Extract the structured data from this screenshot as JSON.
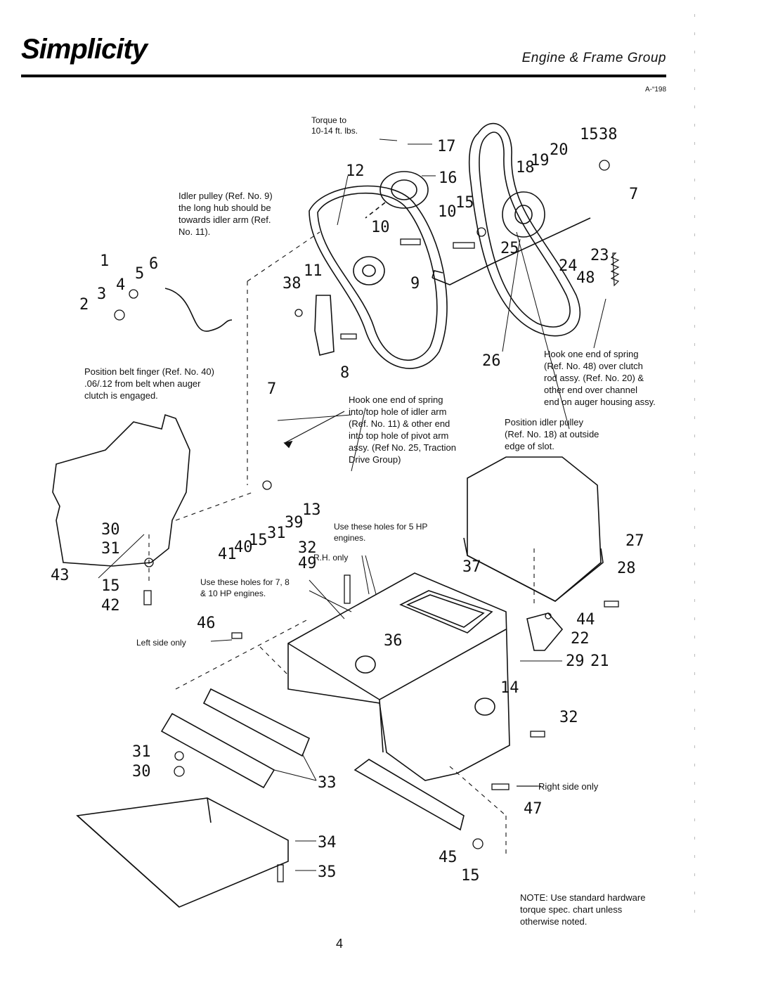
{
  "header": {
    "brand": "Simplicity",
    "group_title": "Engine & Frame Group",
    "doc_code": "A-“198"
  },
  "notes": {
    "torque": "Torque to\n10-14 ft. lbs.",
    "idler_pulley": "Idler pulley (Ref. No. 9)\nthe long hub should be\ntowards idler arm (Ref.\nNo. 11).",
    "belt_finger": "Position belt finger (Ref. No. 40)\n.06/.12 from belt when auger\nclutch is engaged.",
    "hook_spring_idler": "Hook one end of spring\ninto top hole of idler arm\n(Ref. No. 11) & other end\ninto top hole of pivot arm\nassy. (Ref No. 25, Traction\nDrive Group)",
    "hook_spring_clutch": "Hook one end of spring\n(Ref. No. 48) over clutch\nrod assy. (Ref. No. 20) &\nother end over channel\nend on auger housing assy.",
    "position_idler": "Position idler pulley\n(Ref. No. 18) at outside\nedge of slot.",
    "holes_5hp": "Use these holes for 5 HP\nengines.",
    "rh_only": "R.H. only",
    "holes_7_8_10": "Use these holes for 7, 8\n& 10 HP engines.",
    "left_side_only": "Left side only",
    "right_side_only": "Right side only",
    "standard_note": "NOTE: Use standard hardware\ntorque spec. chart unless\notherwise noted."
  },
  "callouts": [
    {
      "id": "c17",
      "text": "17"
    },
    {
      "id": "c12",
      "text": "12"
    },
    {
      "id": "c16",
      "text": "16"
    },
    {
      "id": "c15a",
      "text": "15"
    },
    {
      "id": "c38a",
      "text": "38"
    },
    {
      "id": "c20",
      "text": "20"
    },
    {
      "id": "c19",
      "text": "19"
    },
    {
      "id": "c18",
      "text": "18"
    },
    {
      "id": "c7a",
      "text": "7"
    },
    {
      "id": "c10a",
      "text": "10"
    },
    {
      "id": "c15b",
      "text": "15"
    },
    {
      "id": "c10b",
      "text": "10"
    },
    {
      "id": "c25",
      "text": "25"
    },
    {
      "id": "c23",
      "text": "23"
    },
    {
      "id": "c24",
      "text": "24"
    },
    {
      "id": "c48",
      "text": "48"
    },
    {
      "id": "c1",
      "text": "1"
    },
    {
      "id": "c6",
      "text": "6"
    },
    {
      "id": "c5",
      "text": "5"
    },
    {
      "id": "c4",
      "text": "4"
    },
    {
      "id": "c3",
      "text": "3"
    },
    {
      "id": "c2",
      "text": "2"
    },
    {
      "id": "c11",
      "text": "11"
    },
    {
      "id": "c38b",
      "text": "38"
    },
    {
      "id": "c9",
      "text": "9"
    },
    {
      "id": "c26",
      "text": "26"
    },
    {
      "id": "c8",
      "text": "8"
    },
    {
      "id": "c7b",
      "text": "7"
    },
    {
      "id": "c13",
      "text": "13"
    },
    {
      "id": "c39",
      "text": "39"
    },
    {
      "id": "c31a",
      "text": "31"
    },
    {
      "id": "c15c",
      "text": "15"
    },
    {
      "id": "c40",
      "text": "40"
    },
    {
      "id": "c41",
      "text": "41"
    },
    {
      "id": "c30a",
      "text": "30"
    },
    {
      "id": "c31b",
      "text": "31"
    },
    {
      "id": "c43",
      "text": "43"
    },
    {
      "id": "c15d",
      "text": "15"
    },
    {
      "id": "c42",
      "text": "42"
    },
    {
      "id": "c32a",
      "text": "32"
    },
    {
      "id": "c49",
      "text": "49"
    },
    {
      "id": "c27",
      "text": "27"
    },
    {
      "id": "c37",
      "text": "37"
    },
    {
      "id": "c28",
      "text": "28"
    },
    {
      "id": "c44",
      "text": "44"
    },
    {
      "id": "c22",
      "text": "22"
    },
    {
      "id": "c46",
      "text": "46"
    },
    {
      "id": "c36",
      "text": "36"
    },
    {
      "id": "c29",
      "text": "29"
    },
    {
      "id": "c21",
      "text": "21"
    },
    {
      "id": "c14",
      "text": "14"
    },
    {
      "id": "c32b",
      "text": "32"
    },
    {
      "id": "c31c",
      "text": "31"
    },
    {
      "id": "c30b",
      "text": "30"
    },
    {
      "id": "c33",
      "text": "33"
    },
    {
      "id": "c47",
      "text": "47"
    },
    {
      "id": "c34",
      "text": "34"
    },
    {
      "id": "c45",
      "text": "45"
    },
    {
      "id": "c15e",
      "text": "15"
    },
    {
      "id": "c35",
      "text": "35"
    }
  ],
  "page_number": "4"
}
